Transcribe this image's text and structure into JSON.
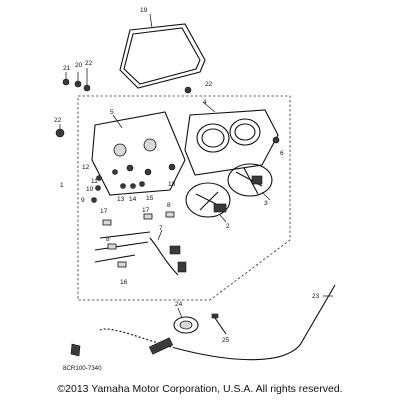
{
  "diagram": {
    "part_numbers": [
      "1",
      "2",
      "3",
      "4",
      "5",
      "6",
      "7",
      "8",
      "9",
      "10",
      "11",
      "12",
      "13",
      "14",
      "15",
      "16",
      "17",
      "17",
      "18",
      "19",
      "20",
      "21",
      "22",
      "22",
      "22",
      "23",
      "24",
      "25"
    ],
    "figure_code": "8CR100-7340",
    "copyright": "©2013 Yamaha Motor Corporation, U.S.A. All rights reserved."
  }
}
